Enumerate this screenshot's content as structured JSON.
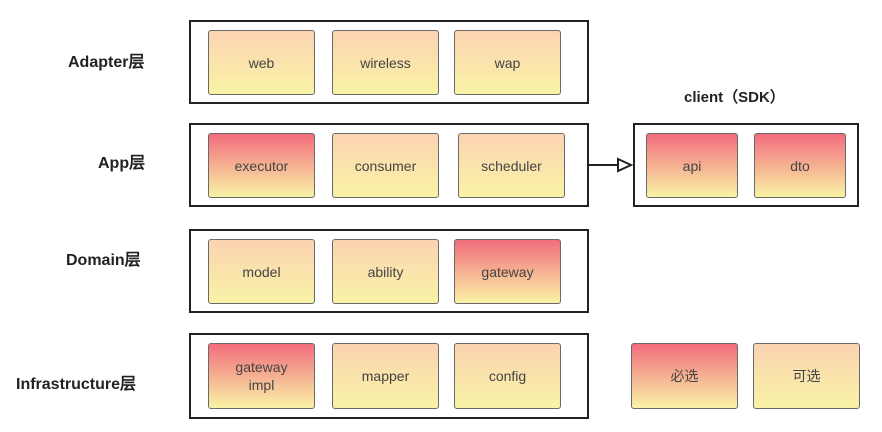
{
  "layers": [
    {
      "label": "Adapter层",
      "modules": [
        "web",
        "wireless",
        "wap"
      ]
    },
    {
      "label": "App层",
      "modules": [
        "executor",
        "consumer",
        "scheduler"
      ]
    },
    {
      "label": "Domain层",
      "modules": [
        "model",
        "ability",
        "gateway"
      ]
    },
    {
      "label": "Infrastructure层",
      "modules": [
        "gateway\nimpl",
        "mapper",
        "config"
      ]
    }
  ],
  "client": {
    "title": "client（SDK）",
    "modules": [
      "api",
      "dto"
    ]
  },
  "legend": {
    "required": "必选",
    "optional": "可选"
  },
  "colors": {
    "required_top": "#f26d7d",
    "optional_top": "#fbd3b2",
    "bottom": "#f9f3a6",
    "border": "#222222"
  }
}
